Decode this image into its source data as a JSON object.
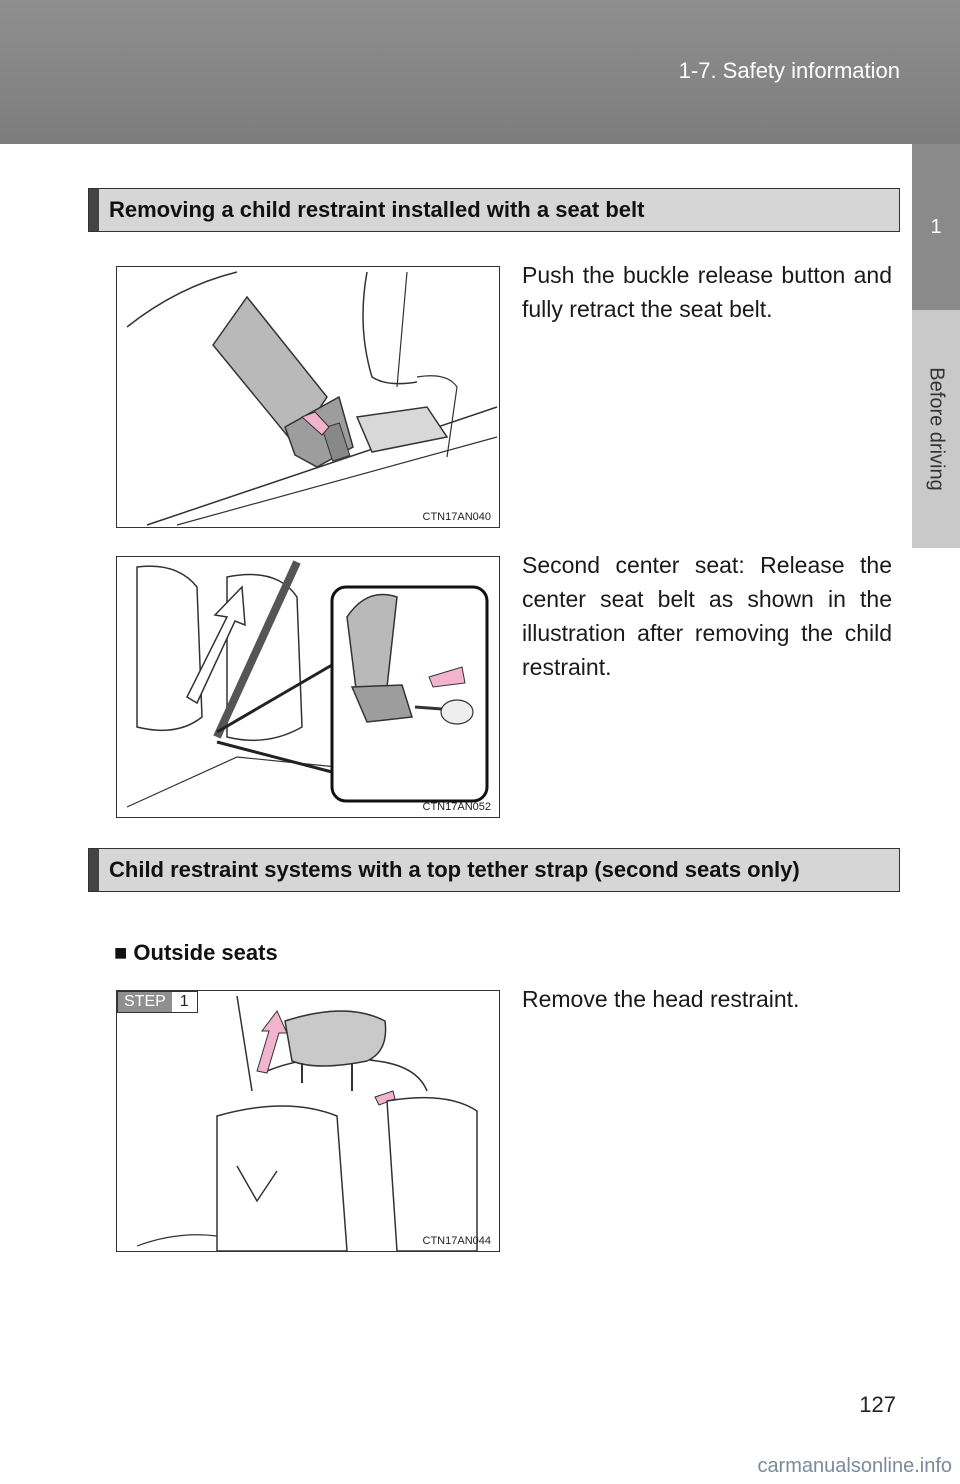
{
  "header": {
    "section": "1-7. Safety information"
  },
  "side_tab": {
    "number": "1",
    "label": "Before driving"
  },
  "section1": {
    "heading": "Removing a child restraint installed with a seat belt",
    "fig1": {
      "code": "CTN17AN040",
      "text": "Push the buckle release button and fully retract the seat belt."
    },
    "fig2": {
      "code": "CTN17AN052",
      "text": "Second center seat: Release the center seat belt as shown in the illustration after removing the child restraint."
    }
  },
  "section2": {
    "heading": "Child restraint systems with a top tether strap (second seats only)",
    "subheading": "■ Outside seats",
    "fig3": {
      "code": "CTN17AN044",
      "step_label": "STEP",
      "step_number": "1",
      "text": "Remove the head restraint."
    }
  },
  "page_number": "127",
  "watermark": "carmanualsonline.info",
  "colors": {
    "header": "#8f8f8f",
    "heading_bg": "#d6d6d6",
    "arrow": "#f2b3cc"
  }
}
